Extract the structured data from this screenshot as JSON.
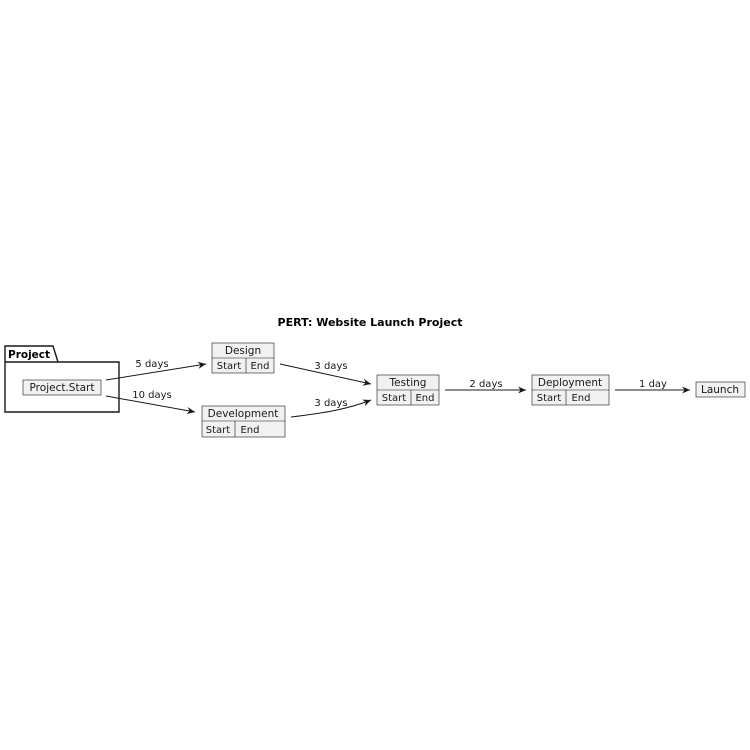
{
  "diagram": {
    "title": "PERT: Website Launch Project",
    "package": {
      "label": "Project",
      "start_node": "Project.Start"
    },
    "tasks": [
      {
        "id": "design",
        "name": "Design",
        "cells": [
          "Start",
          "End"
        ]
      },
      {
        "id": "development",
        "name": "Development",
        "cells": [
          "Start",
          "End"
        ]
      },
      {
        "id": "testing",
        "name": "Testing",
        "cells": [
          "Start",
          "End"
        ]
      },
      {
        "id": "deployment",
        "name": "Deployment",
        "cells": [
          "Start",
          "End"
        ]
      }
    ],
    "end_node": "Launch",
    "edges": [
      {
        "from": "Project.Start",
        "to": "Design",
        "label": "5 days"
      },
      {
        "from": "Project.Start",
        "to": "Development",
        "label": "10 days"
      },
      {
        "from": "Design",
        "to": "Testing",
        "label": "3 days"
      },
      {
        "from": "Development",
        "to": "Testing",
        "label": "3 days"
      },
      {
        "from": "Testing",
        "to": "Deployment",
        "label": "2 days"
      },
      {
        "from": "Deployment",
        "to": "Launch",
        "label": "1 day"
      }
    ]
  }
}
